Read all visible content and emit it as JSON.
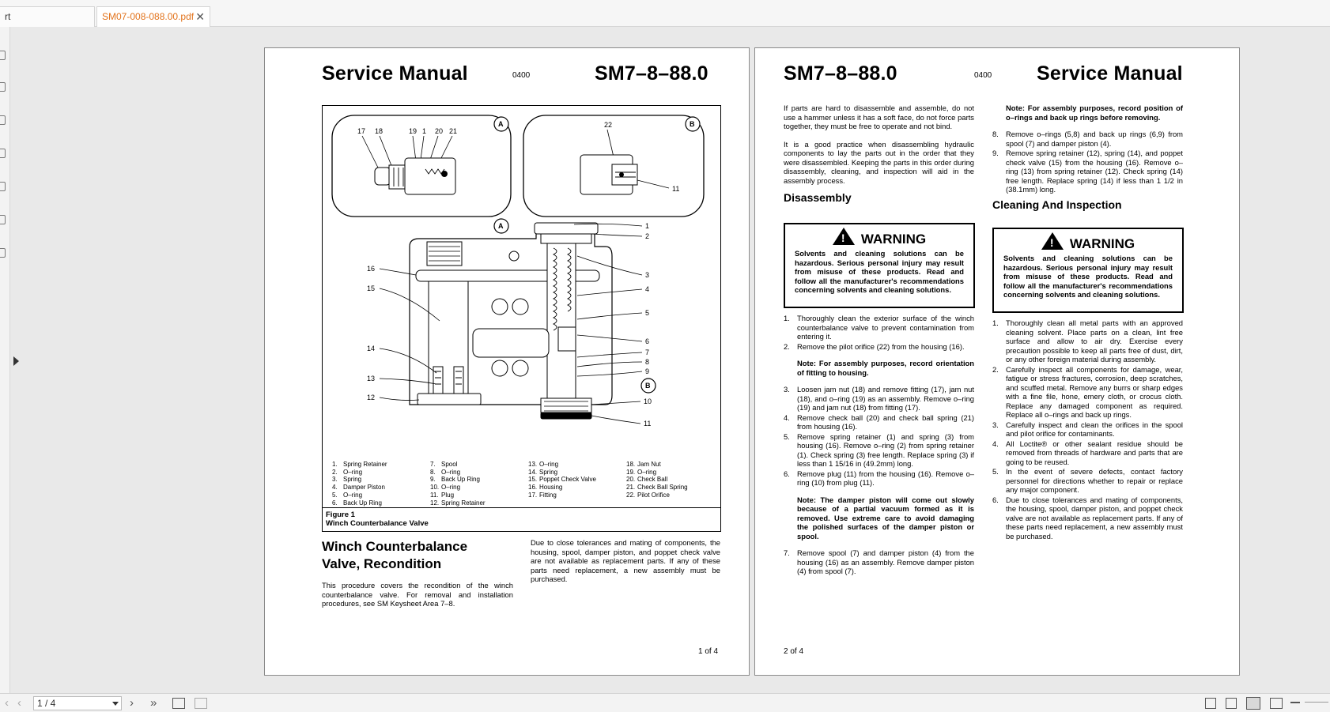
{
  "tabs": [
    {
      "label": "rt"
    },
    {
      "label": "SM07-008-088.00.pdf",
      "close": "✕"
    }
  ],
  "page1": {
    "title": "Service Manual",
    "code": "0400",
    "doc_id": "SM7–8–88.0",
    "figure": {
      "callouts_top_a": [
        "17",
        "18",
        "19",
        "1",
        "20",
        "21"
      ],
      "callout_top_b": "22",
      "callout_top_b2": "11",
      "tag_a": "A",
      "tag_b": "B",
      "right_nums": [
        "1",
        "2",
        "3",
        "4",
        "5",
        "6",
        "7",
        "8",
        "9",
        "10",
        "11"
      ],
      "left_nums": [
        "16",
        "15",
        "14",
        "13",
        "12"
      ],
      "legend": [
        [
          [
            "1.",
            "Spring Retainer"
          ],
          [
            "2.",
            "O–ring"
          ],
          [
            "3.",
            "Spring"
          ],
          [
            "4.",
            "Damper Piston"
          ],
          [
            "5.",
            "O–ring"
          ],
          [
            "6.",
            "Back Up Ring"
          ]
        ],
        [
          [
            "7.",
            "Spool"
          ],
          [
            "8.",
            "O–ring"
          ],
          [
            "9.",
            "Back Up Ring"
          ],
          [
            "10.",
            "O–ring"
          ],
          [
            "11.",
            "Plug"
          ],
          [
            "12.",
            "Spring Retainer"
          ]
        ],
        [
          [
            "13.",
            "O–ring"
          ],
          [
            "14.",
            "Spring"
          ],
          [
            "15.",
            "Poppet Check Valve"
          ],
          [
            "16.",
            "Housing"
          ],
          [
            "17.",
            "Fitting"
          ]
        ],
        [
          [
            "18.",
            "Jam Nut"
          ],
          [
            "19.",
            "O–ring"
          ],
          [
            "20.",
            "Check Ball"
          ],
          [
            "21.",
            "Check Ball Spring"
          ],
          [
            "22.",
            "Pilot Orifice"
          ]
        ]
      ],
      "caption_num": "Figure 1",
      "caption_title": "Winch Counterbalance Valve"
    },
    "section_title_1": "Winch Counterbalance",
    "section_title_2": "Valve, Recondition",
    "intro": "This procedure covers the recondition of the winch counterbalance valve.  For removal and installation procedures, see SM Keysheet Area 7–8.",
    "right_para": "Due to close tolerances and mating of components, the housing, spool, damper piston, and poppet check valve are not available as replacement parts.  If any of these parts need replacement, a new assembly must be purchased.",
    "page_num": "1 of 4"
  },
  "page2": {
    "doc_id": "SM7–8–88.0",
    "code": "0400",
    "title": "Service Manual",
    "para1": "If parts are hard to disassemble and assemble, do not use a hammer unless it has a soft face, do not force parts together, they must be free to operate and not bind.",
    "para2": "It is a good practice when disassembling hydraulic components to lay the parts out in the order that they were disassembled.  Keeping the parts in this order during disassembly, cleaning, and inspection will aid in the assembly process.",
    "disassembly_title": "Disassembly",
    "warning_title": "WARNING",
    "warning_text": "Solvents and cleaning solutions can be hazardous.  Serious personal injury may result from misuse of these products.  Read and follow all the manufacturer's recommendations concerning solvents and cleaning solutions.",
    "steps_a": [
      [
        "1.",
        "Thoroughly clean the exterior surface of the winch counterbalance valve to prevent contamination from entering it."
      ],
      [
        "2.",
        "Remove the pilot orifice (22) from the housing (16)."
      ]
    ],
    "note1": "Note:  For assembly purposes, record orientation of fitting to housing.",
    "steps_b": [
      [
        "3.",
        "Loosen jam nut (18) and remove fitting (17), jam nut (18), and o–ring (19) as an assembly.  Remove o–ring (19) and jam nut (18) from fitting (17)."
      ],
      [
        "4.",
        "Remove check ball (20) and check ball spring (21) from housing (16)."
      ],
      [
        "5.",
        "Remove spring retainer (1) and spring (3) from housing (16).  Remove o–ring (2) from spring retainer (1).  Check spring (3) free length.  Replace spring (3) if less than 1 15/16 in (49.2mm) long."
      ],
      [
        "6.",
        "Remove plug (11) from the housing (16).  Remove o–ring (10) from plug (11)."
      ]
    ],
    "note2": "Note:  The damper piston will come out slowly because of a partial vacuum formed as it is removed.  Use extreme care to avoid damaging the polished surfaces of the damper piston or spool.",
    "steps_c": [
      [
        "7.",
        "Remove spool (7) and damper piston (4) from the housing (16) as an assembly.  Remove damper piston (4) from spool (7)."
      ]
    ],
    "note3": "Note:  For assembly purposes, record position of o–rings and back up rings before removing.",
    "steps_d": [
      [
        "8.",
        "Remove o–rings (5,8) and back up rings (6,9) from spool (7) and damper piston (4)."
      ],
      [
        "9.",
        "Remove spring retainer (12), spring (14), and poppet check valve (15) from the housing (16).  Remove o–ring (13) from spring retainer (12).  Check spring (14) free length.  Replace spring (14) if less than 1 1/2 in (38.1mm) long."
      ]
    ],
    "cleaning_title": "Cleaning And Inspection",
    "steps_e": [
      [
        "1.",
        "Thoroughly clean all metal parts with an approved cleaning solvent.  Place parts on a clean, lint free surface and allow to air dry.  Exercise every precaution possible to keep all parts free of dust, dirt, or any other foreign material during assembly."
      ],
      [
        "2.",
        "Carefully inspect all components for damage, wear, fatigue or stress fractures, corrosion, deep scratches, and scuffed metal.  Remove any burrs or sharp edges with a fine file, hone, emery cloth, or crocus cloth.  Replace any damaged component as required.  Replace all o–rings and back up rings."
      ],
      [
        "3.",
        "Carefully inspect and clean the orifices in the spool and pilot orifice for contaminants."
      ],
      [
        "4.",
        "All Loctite® or other sealant residue should be removed from threads of hardware and parts that are going to be reused."
      ],
      [
        "5.",
        "In the event of severe defects, contact factory personnel for directions whether to repair or replace any major component."
      ],
      [
        "6.",
        "Due to close tolerances and mating of components, the housing, spool, damper piston, and poppet check valve are not available as replacement parts.  If any of these parts need replacement, a new assembly must be purchased."
      ]
    ],
    "page_num": "2 of 4"
  },
  "bottombar": {
    "page_value": "1 / 4",
    "icons": [
      "prev-page-icon",
      "next-page-icon",
      "last-page-icon",
      "copy-icon",
      "compare-icon",
      "single-page-icon",
      "continuous-icon",
      "two-page-icon",
      "two-page-continuous-icon",
      "zoom-out-icon"
    ]
  }
}
